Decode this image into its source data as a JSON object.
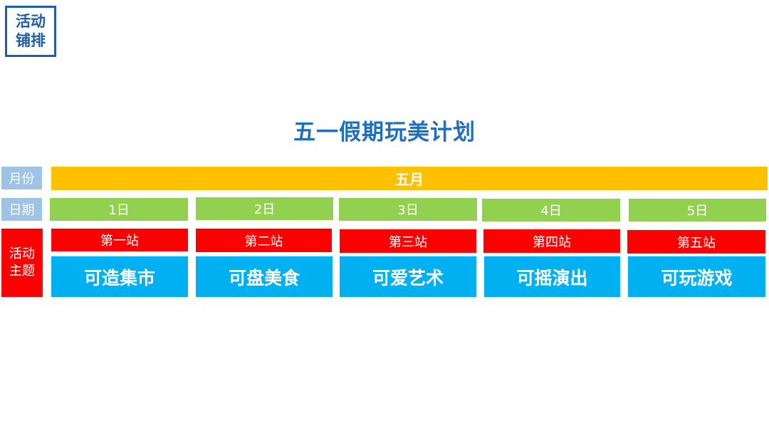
{
  "badge": {
    "line1": "活动",
    "line2": "铺排"
  },
  "title": "五一假期玩美计划",
  "row_labels": {
    "month": "月份",
    "date": "日期",
    "theme_line1": "活动",
    "theme_line2": "主题"
  },
  "month": "五月",
  "columns": [
    {
      "date": "1日",
      "stop": "第一站",
      "theme": "可造集市"
    },
    {
      "date": "2日",
      "stop": "第二站",
      "theme": "可盘美食"
    },
    {
      "date": "3日",
      "stop": "第三站",
      "theme": "可爱艺术"
    },
    {
      "date": "4日",
      "stop": "第四站",
      "theme": "可摇演出"
    },
    {
      "date": "5日",
      "stop": "第五站",
      "theme": "可玩游戏"
    }
  ],
  "colors": {
    "title": "#1e6fc0",
    "badge": "#1f5fa8",
    "label_bg": "#9dc3e6",
    "month_bg": "#ffc000",
    "date_bg": "#92d050",
    "stop_bg": "#ff0000",
    "theme_bg": "#00b0f0"
  }
}
